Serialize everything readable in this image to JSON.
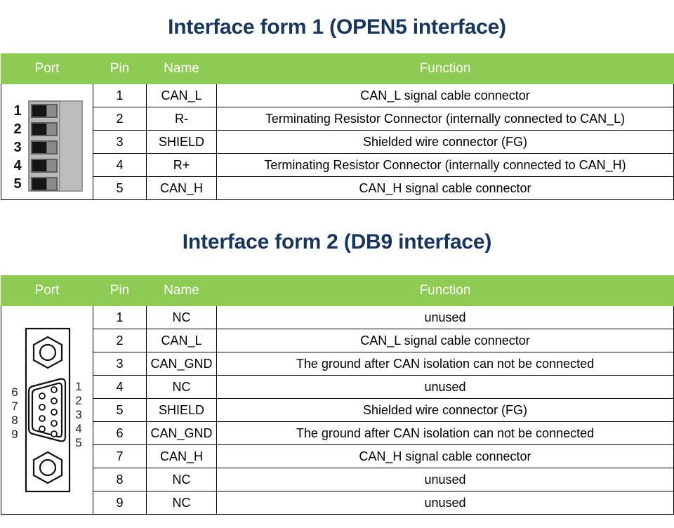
{
  "colors": {
    "header_green": "#8DCB52",
    "title_navy": "#17365D",
    "header_text": "#FFFFFF",
    "border": "#000000",
    "page_background": "#FFFFFF",
    "connector_body_gray": "#B3B3B3",
    "connector_slot_dark": "#1A1A1A"
  },
  "sections": [
    {
      "title": "Interface form 1 (OPEN5 interface)",
      "table": {
        "columns": [
          "Port",
          "Pin",
          "Name",
          "Function"
        ],
        "port_image": {
          "type": "open5-terminal-block",
          "pin_labels": [
            "1",
            "2",
            "3",
            "4",
            "5"
          ]
        },
        "rows": [
          {
            "pin": "1",
            "name": "CAN_L",
            "function": "CAN_L signal cable connector"
          },
          {
            "pin": "2",
            "name": "R-",
            "function": "Terminating Resistor Connector (internally connected to CAN_L)"
          },
          {
            "pin": "3",
            "name": "SHIELD",
            "function": "Shielded wire connector (FG)"
          },
          {
            "pin": "4",
            "name": "R+",
            "function": "Terminating Resistor Connector (internally connected to CAN_H)"
          },
          {
            "pin": "5",
            "name": "CAN_H",
            "function": "CAN_H signal cable connector"
          }
        ]
      }
    },
    {
      "title": "Interface form 2 (DB9 interface)",
      "table": {
        "columns": [
          "Port",
          "Pin",
          "Name",
          "Function"
        ],
        "port_image": {
          "type": "db9-connector",
          "left_pin_labels": [
            "6",
            "7",
            "8",
            "9"
          ],
          "right_pin_labels": [
            "1",
            "2",
            "3",
            "4",
            "5"
          ]
        },
        "rows": [
          {
            "pin": "1",
            "name": "NC",
            "function": "unused"
          },
          {
            "pin": "2",
            "name": "CAN_L",
            "function": "CAN_L signal cable connector"
          },
          {
            "pin": "3",
            "name": "CAN_GND",
            "function": "The ground after CAN isolation can not be connected"
          },
          {
            "pin": "4",
            "name": "NC",
            "function": "unused"
          },
          {
            "pin": "5",
            "name": "SHIELD",
            "function": "Shielded wire connector (FG)"
          },
          {
            "pin": "6",
            "name": "CAN_GND",
            "function": "The ground after CAN isolation can not be connected"
          },
          {
            "pin": "7",
            "name": "CAN_H",
            "function": "CAN_H signal cable connector"
          },
          {
            "pin": "8",
            "name": "NC",
            "function": "unused"
          },
          {
            "pin": "9",
            "name": "NC",
            "function": "unused"
          }
        ]
      }
    }
  ]
}
